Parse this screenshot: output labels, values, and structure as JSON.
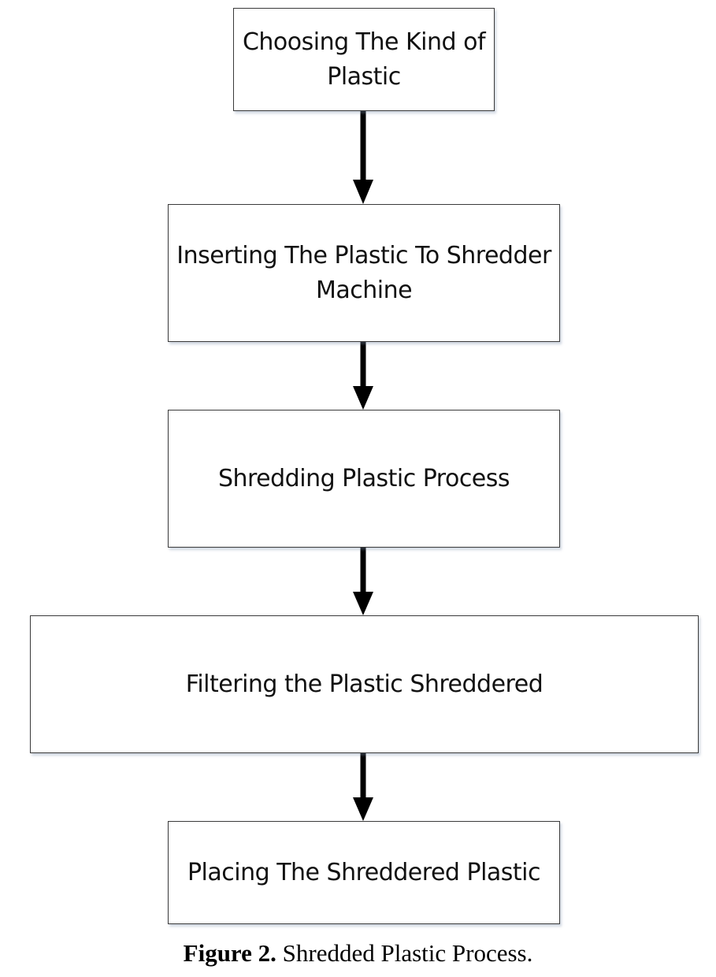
{
  "steps": [
    {
      "text": "Choosing The Kind of Plastic"
    },
    {
      "text": "Inserting The Plastic To Shredder Machine"
    },
    {
      "text": "Shredding Plastic Process"
    },
    {
      "text": "Filtering the Plastic Shreddered"
    },
    {
      "text": "Placing The Shreddered Plastic"
    }
  ],
  "caption": {
    "label": "Figure 2.",
    "text": "Shredded Plastic Process."
  },
  "colors": {
    "arrow": "#000000",
    "box_border": "#3a3a3a"
  }
}
